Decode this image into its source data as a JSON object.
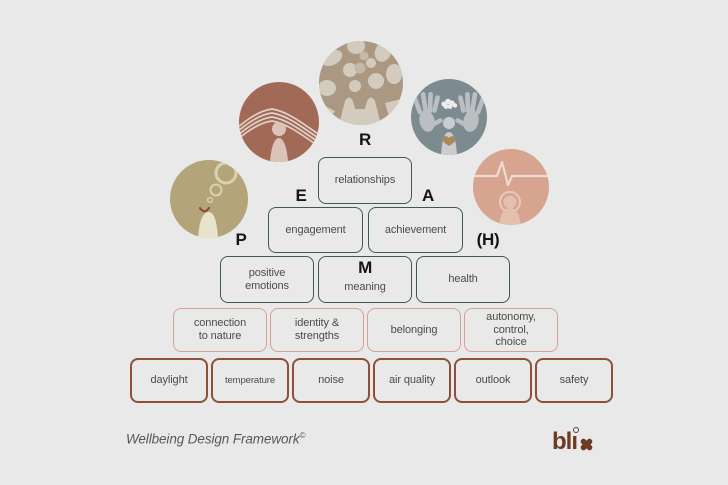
{
  "page": {
    "background": "#e9e9e9"
  },
  "perma_letters": {
    "p": "P",
    "e": "E",
    "r": "R",
    "m": "M",
    "a": "A",
    "h": "(H)"
  },
  "circles": [
    {
      "name": "positive-emotions",
      "icon": "person-with-bubbles-icon",
      "color": "#b3a579"
    },
    {
      "name": "engagement",
      "icon": "person-with-waves-icon",
      "color": "#a16a57"
    },
    {
      "name": "relationships",
      "icon": "abstract-people-pattern-icon",
      "color": "#aa9883"
    },
    {
      "name": "achievement",
      "icon": "hands-and-brain-icon",
      "color": "#7d8b91"
    },
    {
      "name": "health",
      "icon": "person-with-heartbeat-icon",
      "color": "#d6a48f"
    }
  ],
  "pyramid": {
    "rows": [
      {
        "tier": "relationships",
        "border_color": "#3e5b49",
        "boxes": [
          {
            "label": "relationships"
          }
        ]
      },
      {
        "tier": "engagement-achievement",
        "border_color": "#3e5b49",
        "boxes": [
          {
            "label": "engagement"
          },
          {
            "label": "achievement"
          }
        ]
      },
      {
        "tier": "emotions-meaning-health",
        "border_color": "#3e5b49",
        "boxes": [
          {
            "label": "positive\nemotions"
          },
          {
            "label": "meaning"
          },
          {
            "label": "health"
          }
        ]
      },
      {
        "tier": "psychological-needs",
        "border_color": "#d7a096",
        "boxes": [
          {
            "label": "connection\nto nature"
          },
          {
            "label": "identity &\nstrengths"
          },
          {
            "label": "belonging"
          },
          {
            "label": "autonomy,\ncontrol,\nchoice"
          }
        ]
      },
      {
        "tier": "environmental-factors",
        "border_color": "#8e5138",
        "boxes": [
          {
            "label": "daylight"
          },
          {
            "label": "temperature"
          },
          {
            "label": "noise"
          },
          {
            "label": "air quality"
          },
          {
            "label": "outlook"
          },
          {
            "label": "safety"
          }
        ]
      }
    ]
  },
  "footer": {
    "title": "Wellbeing Design Framework",
    "copyright": "©"
  },
  "logo": {
    "brand": "blix",
    "part_bl": "bl",
    "part_i": "ı",
    "color": "#6d3a23"
  }
}
